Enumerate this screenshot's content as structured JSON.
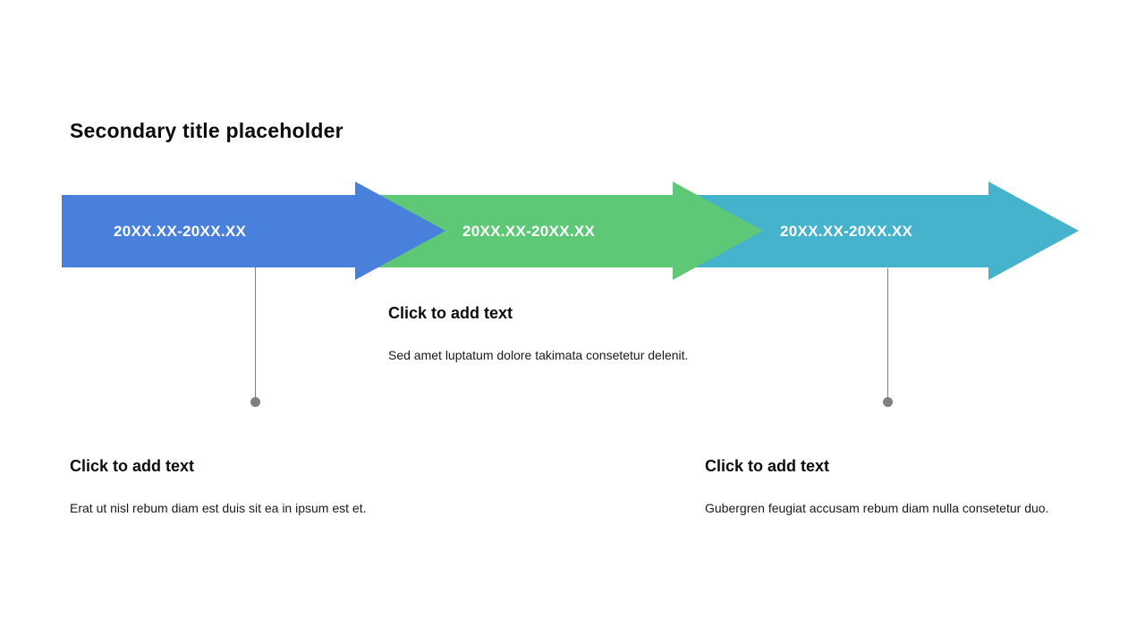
{
  "slide": {
    "title": "Secondary title placeholder",
    "timeline": {
      "arrows": [
        {
          "label": "20XX.XX-20XX.XX",
          "color": "#4880dc"
        },
        {
          "label": "20XX.XX-20XX.XX",
          "color": "#5ec876"
        },
        {
          "label": "20XX.XX-20XX.XX",
          "color": "#46b3cc"
        }
      ],
      "label_color": "#ffffff",
      "connector_color": "#808080"
    },
    "notes": {
      "middle": {
        "heading": "Click to add text",
        "body": "Sed amet luptatum dolore takimata consetetur delenit."
      },
      "bottom_left": {
        "heading": "Click to add text",
        "body": "Erat ut nisl rebum diam est duis sit ea in ipsum est et."
      },
      "bottom_right": {
        "heading": "Click to add text",
        "body": "Gubergren feugiat accusam rebum diam nulla consetetur duo."
      }
    }
  }
}
